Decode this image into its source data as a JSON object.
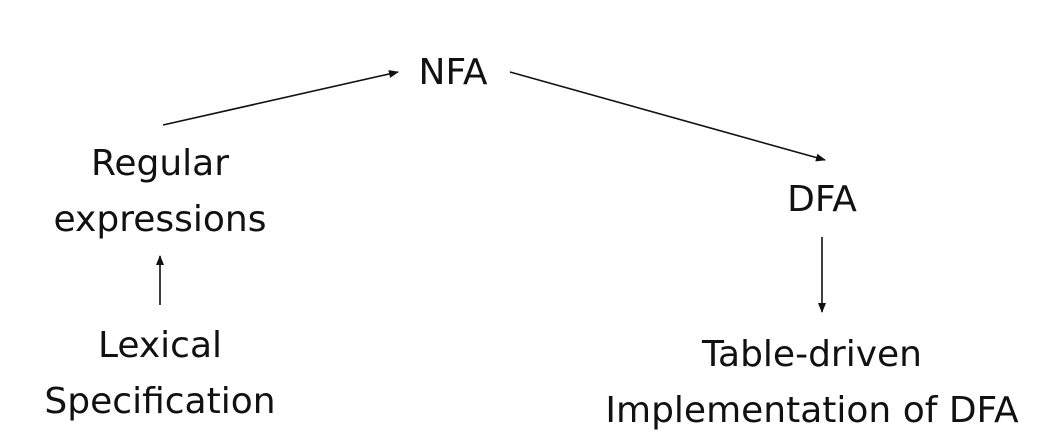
{
  "nodes": {
    "nfa": {
      "label": "NFA"
    },
    "regex": {
      "line1": "Regular",
      "line2": "expressions"
    },
    "dfa": {
      "label": "DFA"
    },
    "lexical": {
      "line1": "Lexical",
      "line2": "Specification"
    },
    "table": {
      "line1": "Table-driven",
      "line2": "Implementation of DFA"
    }
  },
  "edges": [
    {
      "from": "lexical",
      "to": "regex"
    },
    {
      "from": "regex",
      "to": "nfa"
    },
    {
      "from": "nfa",
      "to": "dfa"
    },
    {
      "from": "dfa",
      "to": "table"
    }
  ],
  "colors": {
    "text": "#111111",
    "arrow": "#111111",
    "background": "#ffffff"
  }
}
